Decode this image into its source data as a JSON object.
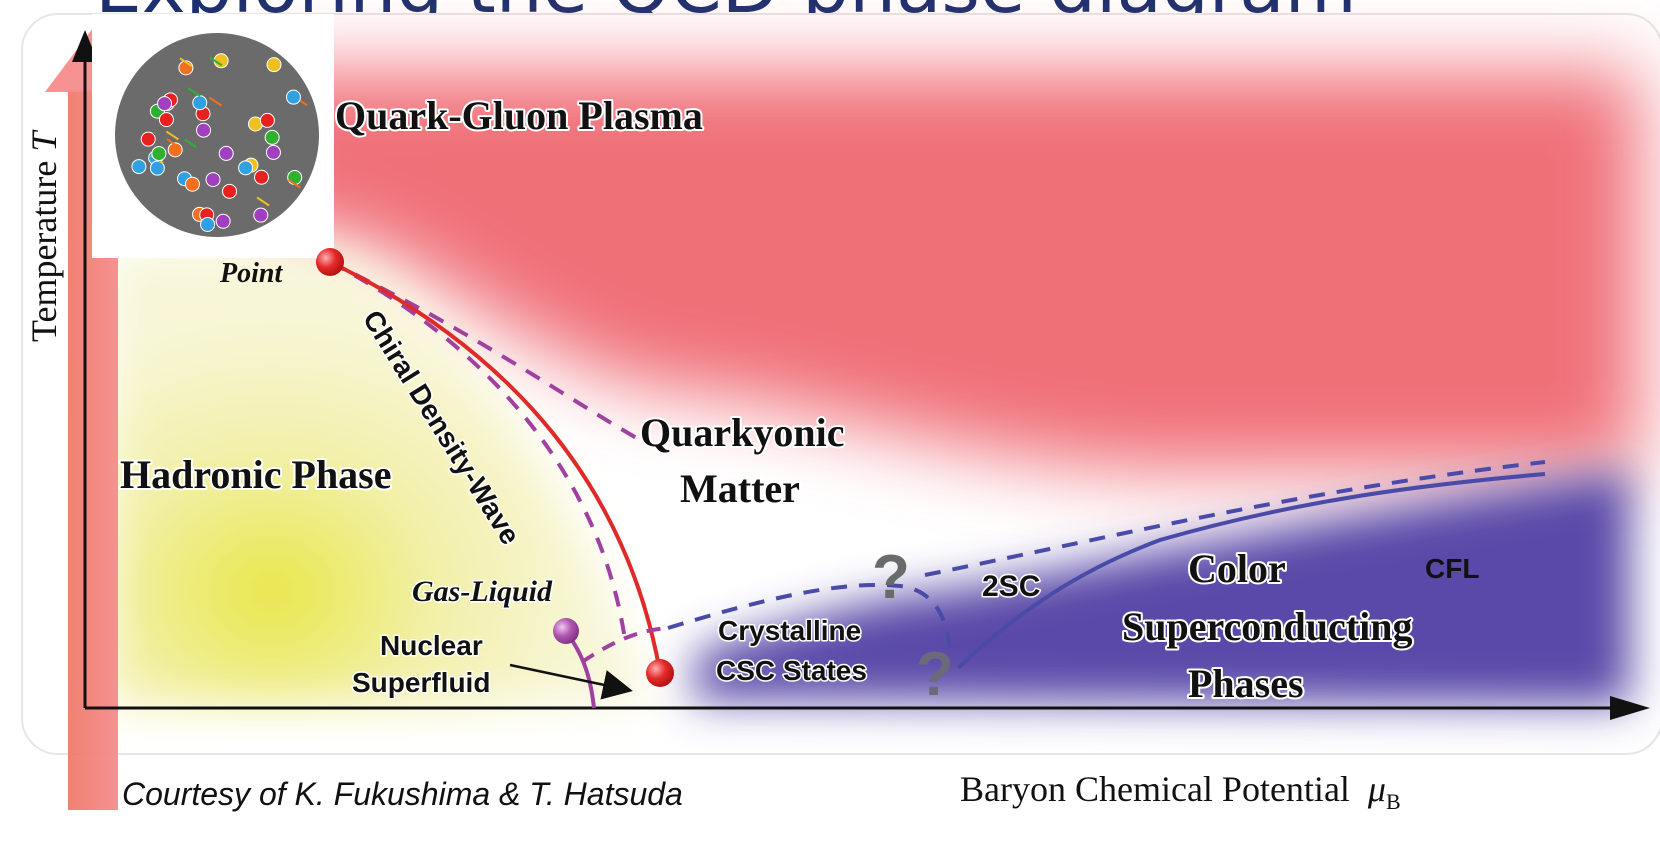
{
  "slide_title": "Exploring the QCD phase diagram",
  "axes": {
    "y_label": "Temperature",
    "y_symbol": "T",
    "x_label": "Baryon Chemical Potential",
    "x_symbol": "μ",
    "x_subscript": "B"
  },
  "regions": {
    "qgp": "Quark-Gluon Plasma",
    "hadronic": "Hadronic Phase",
    "quarkyonic_line1": "Quarkyonic",
    "quarkyonic_line2": "Matter",
    "color_sc_line1": "Color",
    "color_sc_line2": "Superconducting",
    "color_sc_line3": "Phases",
    "crystalline_line1": "Crystalline",
    "crystalline_line2": "CSC States",
    "nuclear_line1": "Nuclear",
    "nuclear_line2": "Superfluid"
  },
  "labels": {
    "critical_point": "Point",
    "chiral_wave": "Chiral Density-Wave",
    "gas_liquid": "Gas-Liquid",
    "two_sc": "2SC",
    "cfl": "CFL",
    "unknown_mark": "?"
  },
  "credit": "Courtesy of  K. Fukushima & T. Hatsuda",
  "colors": {
    "qgp": "#f07078",
    "hadronic": "#f2f0a8",
    "color_superconducting": "#5a4aa8",
    "phase_line": "#e02a2a",
    "crossover_dashed": "#a040a0",
    "csc_dashed": "#4a4aa8",
    "title": "#1c2f6e",
    "arrow": "#f08080"
  }
}
